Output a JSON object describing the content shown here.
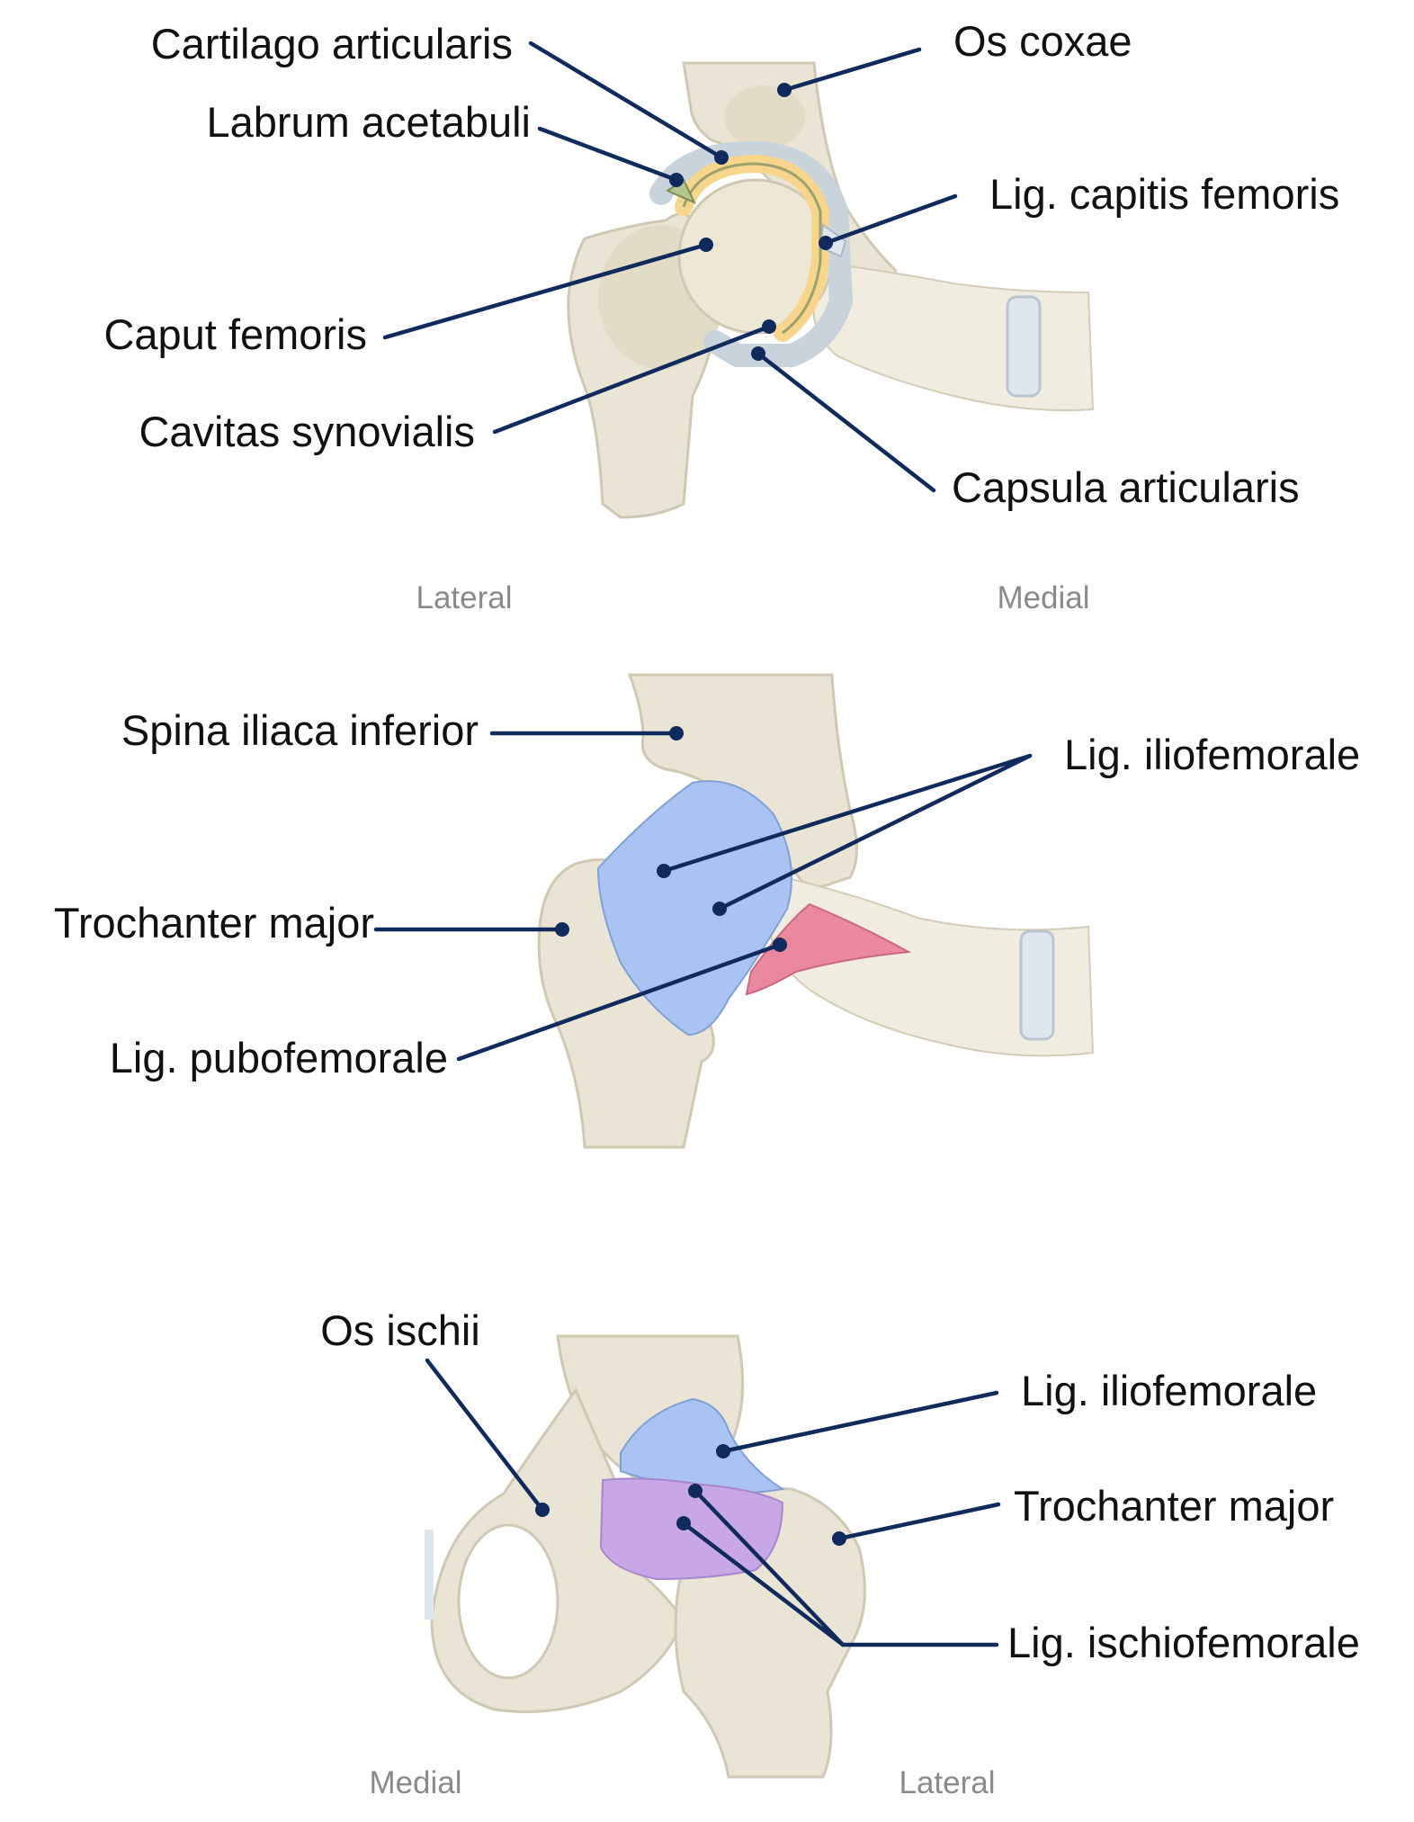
{
  "panels": [
    {
      "id": "coronal-section",
      "labels": {
        "cartilago": "Cartilago articularis",
        "os_coxae": "Os coxae",
        "labrum": "Labrum acetabuli",
        "lig_capitis": "Lig. capitis femoris",
        "caput": "Caput femoris",
        "cavitas": "Cavitas synovialis",
        "capsula": "Capsula articularis"
      },
      "directions": {
        "left": "Lateral",
        "right": "Medial"
      }
    },
    {
      "id": "anterior-view",
      "labels": {
        "spina": "Spina iliaca inferior",
        "iliofemorale": "Lig. iliofemorale",
        "trochanter": "Trochanter major",
        "pubofemorale": "Lig. pubofemorale"
      }
    },
    {
      "id": "posterior-view",
      "labels": {
        "os_ischii": "Os ischii",
        "iliofemorale": "Lig. iliofemorale",
        "trochanter": "Trochanter major",
        "ischiofemorale": "Lig. ischiofemorale"
      },
      "directions": {
        "left": "Medial",
        "right": "Lateral"
      }
    }
  ],
  "colors": {
    "leader": "#0f2a5c",
    "bone": "#e9e4d3",
    "cartilage": "#f7d68c",
    "iliofemoral_ligament": "#a9c4f2",
    "pubofemoral_ligament": "#e9889f",
    "ischiofemoral_ligament": "#c9a6e6",
    "capsule": "#c9d3dc"
  }
}
